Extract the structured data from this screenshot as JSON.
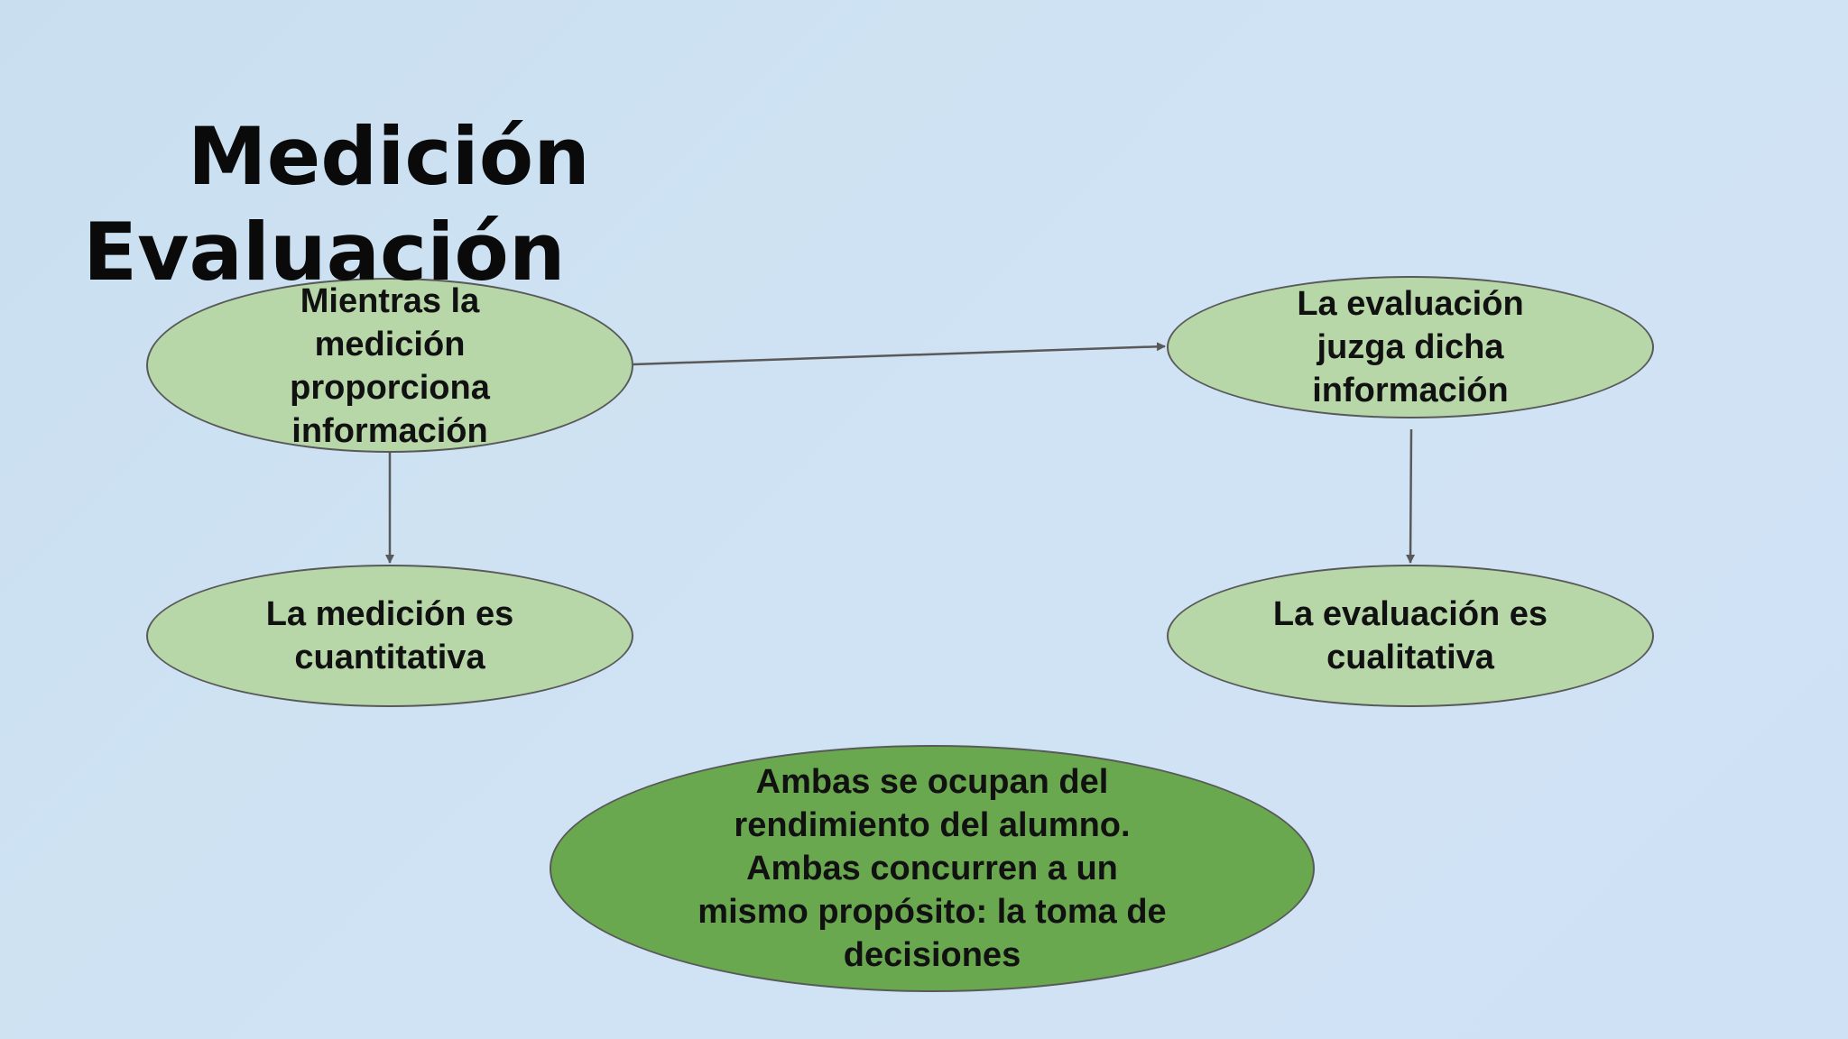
{
  "title": {
    "line1": "Medición",
    "line2": "Evaluación"
  },
  "nodes": {
    "measure_info": "Mientras la\nmedición\nproporciona\ninformación",
    "eval_judge": "La evaluación\njuzga dicha\ninformación",
    "measure_quant": "La medición es\ncuantitativa",
    "eval_qual": "La evaluación es\ncualitativa",
    "both": "Ambas se ocupan del\nrendimiento del alumno.\nAmbas concurren a un\nmismo propósito: la toma de\ndecisiones"
  },
  "colors": {
    "background": "#cfe2f3",
    "node_light": "#b7d7a8",
    "node_dark": "#6aa84f",
    "outline": "#595959",
    "text": "#111111"
  }
}
